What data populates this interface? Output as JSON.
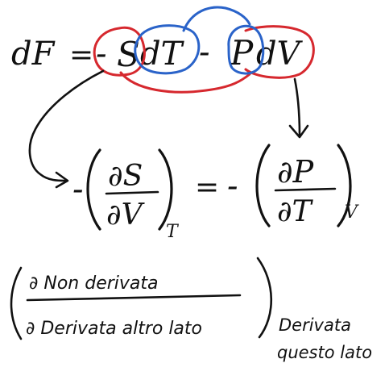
{
  "equation_top": {
    "lhs": "dF",
    "equals": "=",
    "minus1": "-",
    "S": "S",
    "dT": "dT",
    "minus2": "-",
    "P": "P",
    "dV": "dV"
  },
  "maxwell": {
    "minus_left": "-",
    "num_left": "∂S",
    "den_left": "∂V",
    "sub_left": "T",
    "equals": "=",
    "minus_right": "-",
    "num_right": "∂P",
    "den_right": "∂T",
    "sub_right": "V"
  },
  "note": {
    "numerator": "∂ Non derivata",
    "denominator": "∂ Derivata altro lato",
    "side_line1": "Derivata",
    "side_line2": "questo lato"
  },
  "colors": {
    "ink": "#111111",
    "red": "#d6282e",
    "blue": "#2a63c9"
  }
}
